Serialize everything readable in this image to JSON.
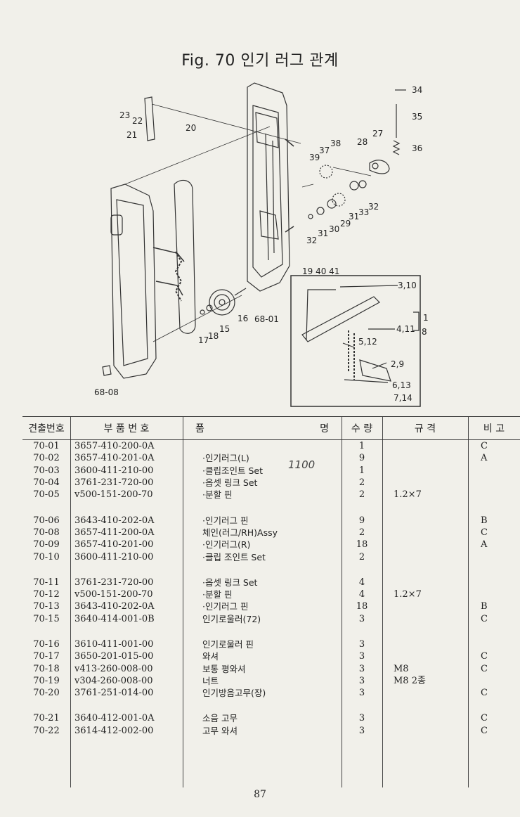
{
  "figure": {
    "title": "Fig. 70 인기 러그 관계"
  },
  "callouts": {
    "c34": "34",
    "c35": "35",
    "c36": "36",
    "c27": "27",
    "c28": "28",
    "c38": "38",
    "c37": "37",
    "c39": "39",
    "c23": "23",
    "c22": "22",
    "c21": "21",
    "c20": "20",
    "c32a": "32",
    "c33": "33",
    "c31a": "31",
    "c29": "29",
    "c30": "30",
    "c31b": "31",
    "c32b": "32",
    "c194041": "19 40 41",
    "c16": "16",
    "c6801": "68-01",
    "c15": "15",
    "c18": "18",
    "c17": "17",
    "c6808": "68-08",
    "c310": "3,10",
    "c1": "1",
    "c8": "8",
    "c411": "4,11",
    "c512": "5,12",
    "c29b": "2,9",
    "c613": "6,13",
    "c714": "7,14"
  },
  "table": {
    "headers": {
      "no": "견출번호",
      "part_no": "부 품 번 호",
      "name_left": "품",
      "name_right": "명",
      "qty": "수 량",
      "spec": "규 격",
      "note": "비 고"
    },
    "rows": [
      {
        "no": "70-01",
        "part_no": "3657-410-200-0A",
        "name": "",
        "qty": "1",
        "spec": "",
        "note": "C"
      },
      {
        "no": "70-02",
        "part_no": "3657-410-201-0A",
        "name": "·인기러그(L)",
        "qty": "9",
        "spec": "",
        "note": "A"
      },
      {
        "no": "70-03",
        "part_no": "3600-411-210-00",
        "name": "·클립조인트 Set",
        "qty": "1",
        "spec": "",
        "note": ""
      },
      {
        "no": "70-04",
        "part_no": "3761-231-720-00",
        "name": "·옵셋 링크 Set",
        "qty": "2",
        "spec": "",
        "note": ""
      },
      {
        "no": "70-05",
        "part_no": "v500-151-200-70",
        "name": "·분할 핀",
        "qty": "2",
        "spec": "1.2×7",
        "note": ""
      },
      {
        "gap": true
      },
      {
        "no": "70-06",
        "part_no": "3643-410-202-0A",
        "name": "·인기러그 핀",
        "qty": "9",
        "spec": "",
        "note": "B"
      },
      {
        "no": "70-08",
        "part_no": "3657-411-200-0A",
        "name": "체인(러그/RH)Assy",
        "qty": "2",
        "spec": "",
        "note": "C"
      },
      {
        "no": "70-09",
        "part_no": "3657-410-201-00",
        "name": "·인기러그(R)",
        "qty": "18",
        "spec": "",
        "note": "A"
      },
      {
        "no": "70-10",
        "part_no": "3600-411-210-00",
        "name": "·클립 조인트 Set",
        "qty": "2",
        "spec": "",
        "note": ""
      },
      {
        "gap": true
      },
      {
        "no": "70-11",
        "part_no": "3761-231-720-00",
        "name": "·옵셋 링크 Set",
        "qty": "4",
        "spec": "",
        "note": ""
      },
      {
        "no": "70-12",
        "part_no": "v500-151-200-70",
        "name": "·분할 핀",
        "qty": "4",
        "spec": "1.2×7",
        "note": ""
      },
      {
        "no": "70-13",
        "part_no": "3643-410-202-0A",
        "name": "·인기러그 핀",
        "qty": "18",
        "spec": "",
        "note": "B"
      },
      {
        "no": "70-15",
        "part_no": "3640-414-001-0B",
        "name": "인기로울러(72)",
        "qty": "3",
        "spec": "",
        "note": "C"
      },
      {
        "gap": true
      },
      {
        "no": "70-16",
        "part_no": "3610-411-001-00",
        "name": "인기로울러 핀",
        "qty": "3",
        "spec": "",
        "note": ""
      },
      {
        "no": "70-17",
        "part_no": "3650-201-015-00",
        "name": "와셔",
        "qty": "3",
        "spec": "",
        "note": "C"
      },
      {
        "no": "70-18",
        "part_no": "v413-260-008-00",
        "name": "보통 평와셔",
        "qty": "3",
        "spec": "M8",
        "note": "C"
      },
      {
        "no": "70-19",
        "part_no": "v304-260-008-00",
        "name": "너트",
        "qty": "3",
        "spec": "M8 2종",
        "note": ""
      },
      {
        "no": "70-20",
        "part_no": "3761-251-014-00",
        "name": "인기방음고무(장)",
        "qty": "3",
        "spec": "",
        "note": "C"
      },
      {
        "gap": true
      },
      {
        "no": "70-21",
        "part_no": "3640-412-001-0A",
        "name": "소음 고무",
        "qty": "3",
        "spec": "",
        "note": "C"
      },
      {
        "no": "70-22",
        "part_no": "3614-412-002-00",
        "name": "고무 와셔",
        "qty": "3",
        "spec": "",
        "note": "C"
      }
    ]
  },
  "handwriting": "1100",
  "page_number": "87"
}
